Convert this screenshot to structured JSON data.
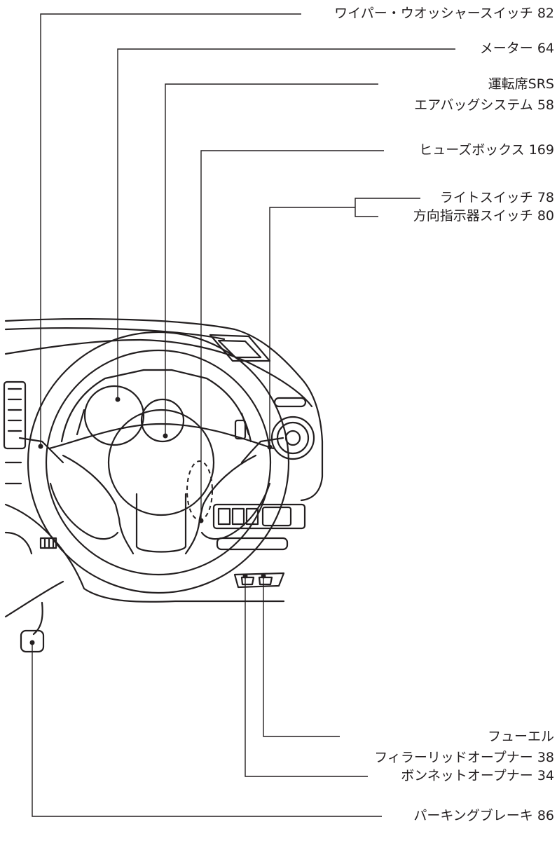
{
  "callouts": [
    {
      "id": "wiper",
      "lines": [
        "ワイパー・ウオッシャースイッチ 82"
      ]
    },
    {
      "id": "meter",
      "lines": [
        "メーター 64"
      ]
    },
    {
      "id": "airbag",
      "lines": [
        "運転席SRS",
        "エアバッグシステム 58"
      ]
    },
    {
      "id": "fuse",
      "lines": [
        "ヒューズボックス 169"
      ]
    },
    {
      "id": "light",
      "lines": [
        "ライトスイッチ 78"
      ]
    },
    {
      "id": "turn",
      "lines": [
        "方向指示器スイッチ 80"
      ]
    },
    {
      "id": "fuel",
      "lines": [
        "フューエル",
        "フィラーリッドオープナー 38"
      ]
    },
    {
      "id": "bonnet",
      "lines": [
        "ボンネットオープナー 34"
      ]
    },
    {
      "id": "parking",
      "lines": [
        "パーキングブレーキ 86"
      ]
    }
  ]
}
